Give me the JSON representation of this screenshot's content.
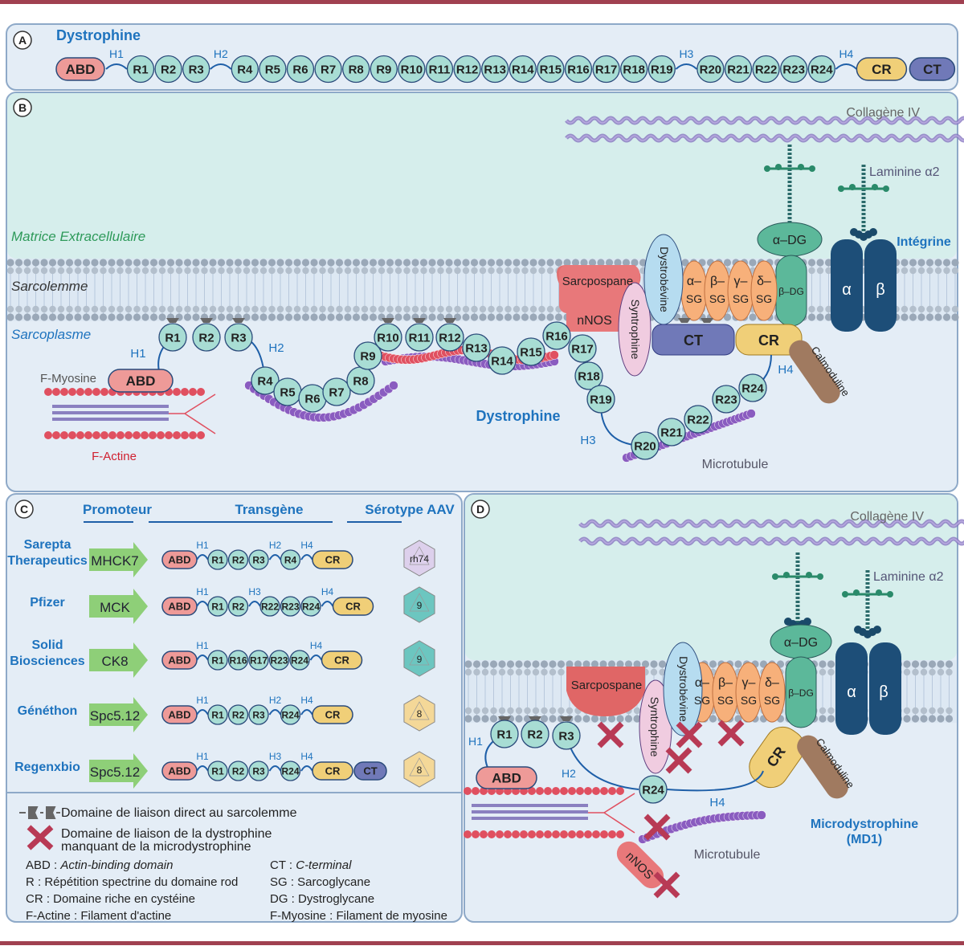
{
  "colors": {
    "abd": "#ee9a98",
    "repeat": "#a8ddd4",
    "cr": "#f0cf78",
    "ct": "#7079b8",
    "hinge": "#1e5fa8",
    "label_blue": "#1e73be",
    "matrix_green": "#2e9a5a",
    "actin": "#e05060",
    "myosin": "#8a80c0",
    "microtubule": "#8a5cc0",
    "integrin": "#1d4e78",
    "promoter": "#8ecf78",
    "cross": "#b83a55",
    "frame": "#a04050"
  },
  "panelA": {
    "letter": "A",
    "title": "Dystrophine",
    "domains": [
      "ABD",
      "H1",
      "R1",
      "R2",
      "R3",
      "H2",
      "R4",
      "R5",
      "R6",
      "R7",
      "R8",
      "R9",
      "R10",
      "R11",
      "R12",
      "R13",
      "R14",
      "R15",
      "R16",
      "R17",
      "R18",
      "R19",
      "H3",
      "R20",
      "R21",
      "R22",
      "R23",
      "R24",
      "H4",
      "CR",
      "CT"
    ]
  },
  "panelB": {
    "letter": "B",
    "labels": {
      "collagen": "Collagène IV",
      "laminin": "Laminine α2",
      "matrix": "Matrice Extracellulaire",
      "sarcolemma": "Sarcolemme",
      "sarcoplasm": "Sarcoplasme",
      "integrin": "Intégrine",
      "alpha": "α",
      "beta": "β",
      "adg": "α–DG",
      "bdg": "β–DG",
      "sarcospan": "Sarcpospane",
      "nnos": "nNOS",
      "dystrobrevin": "Dystrobévine",
      "syntrophin": "Syntrophine",
      "ct": "CT",
      "cr": "CR",
      "calmodulin": "Calmoduline",
      "f_myosin": "F-Myosine",
      "f_actin": "F-Actine",
      "abd": "ABD",
      "dystrophin": "Dystrophine",
      "microtubule": "Microtubule",
      "h1": "H1",
      "h2": "H2",
      "h3": "H3",
      "h4": "H4"
    },
    "sg": [
      [
        "α–",
        "SG"
      ],
      [
        "β–",
        "SG"
      ],
      [
        "γ–",
        "SG"
      ],
      [
        "δ–",
        "SG"
      ]
    ],
    "repeats": [
      "R1",
      "R2",
      "R3",
      "R4",
      "R5",
      "R6",
      "R7",
      "R8",
      "R9",
      "R10",
      "R11",
      "R12",
      "R13",
      "R14",
      "R15",
      "R16",
      "R17",
      "R18",
      "R19",
      "R20",
      "R21",
      "R22",
      "R23",
      "R24"
    ]
  },
  "panelC": {
    "letter": "C",
    "headers": {
      "promoter": "Promoteur",
      "transgene": "Transgène",
      "serotype": "Sérotype AAV"
    },
    "rows": [
      {
        "company": [
          "Sarepta",
          "Therapeutics"
        ],
        "promoter": "MHCK7",
        "construct": [
          "ABD",
          "H1",
          "R1",
          "R2",
          "R3",
          "H2",
          "R4",
          "H4",
          "CR"
        ],
        "serotype": "rh74",
        "capsid_color": "#ddd0ec"
      },
      {
        "company": [
          "Pfizer"
        ],
        "promoter": "MCK",
        "construct": [
          "ABD",
          "H1",
          "R1",
          "R2",
          "H3",
          "R22",
          "R23",
          "R24",
          "H4",
          "CR"
        ],
        "serotype": "9",
        "capsid_color": "#6cc6c0"
      },
      {
        "company": [
          "Solid",
          "Biosciences"
        ],
        "promoter": "CK8",
        "construct": [
          "ABD",
          "H1",
          "R1",
          "R16",
          "R17",
          "R23",
          "R24",
          "H4",
          "CR"
        ],
        "serotype": "9",
        "capsid_color": "#6cc6c0"
      },
      {
        "company": [
          "Généthon"
        ],
        "promoter": "Spc5.12",
        "construct": [
          "ABD",
          "H1",
          "R1",
          "R2",
          "R3",
          "H2",
          "R24",
          "H4",
          "CR"
        ],
        "serotype": "8",
        "capsid_color": "#f4d898"
      },
      {
        "company": [
          "Regenxbio"
        ],
        "promoter": "Spc5.12",
        "construct": [
          "ABD",
          "H1",
          "R1",
          "R2",
          "R3",
          "H3",
          "R24",
          "H4",
          "CR",
          "CT"
        ],
        "serotype": "8",
        "capsid_color": "#f4d898"
      }
    ],
    "legend": {
      "binding": "Domaine de liaison direct au sarcolemme",
      "missing": [
        "Domaine de liaison de la dystrophine",
        "manquant de la microdystrophine"
      ],
      "abbrev": [
        [
          "ABD : ",
          "Actin-binding domain",
          true
        ],
        [
          "CT : ",
          "C-terminal",
          true
        ],
        [
          "R : Répétition spectrine du domaine rod",
          "",
          false
        ],
        [
          "SG : Sarcoglycane",
          "",
          false
        ],
        [
          "CR : Domaine riche en cystéine",
          "",
          false
        ],
        [
          "DG : Dystroglycane",
          "",
          false
        ],
        [
          "F-Actine : Filament d'actine",
          "",
          false
        ],
        [
          "F-Myosine : Filament de myosine",
          "",
          false
        ]
      ]
    }
  },
  "panelD": {
    "letter": "D",
    "labels": {
      "collagen": "Collagène IV",
      "laminin": "Laminine α2",
      "adg": "α–DG",
      "bdg": "β–DG",
      "alpha": "α",
      "beta": "β",
      "sarcospan": "Sarcpospane",
      "dystrobrevin": "Dystrobévine",
      "syntrophin": "Syntrophine",
      "cr": "CR",
      "calmodulin": "Calmoduline",
      "abd": "ABD",
      "h1": "H1",
      "h2": "H2",
      "h4": "H4",
      "microtubule": "Microtubule",
      "nnos": "nNOS",
      "micro": [
        "Microdystrophine",
        "(MD1)"
      ]
    },
    "repeats": [
      "R1",
      "R2",
      "R3",
      "R24"
    ]
  }
}
